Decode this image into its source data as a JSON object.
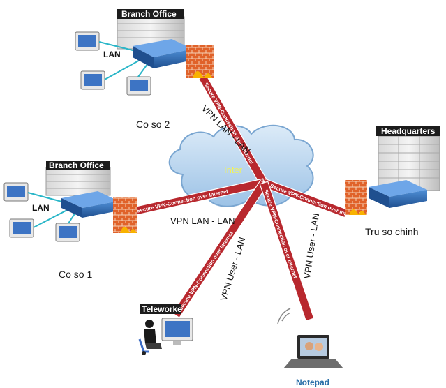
{
  "sites": {
    "branch_top": {
      "header": "Branch Office",
      "lan": "LAN",
      "caption": "Co so 2"
    },
    "branch_left": {
      "header": "Branch Office",
      "lan": "LAN",
      "caption": "Co so 1"
    },
    "headquarters": {
      "header": "Headquarters",
      "caption": "Tru so chinh"
    },
    "teleworker": {
      "header": "Teleworke"
    },
    "notepad": {
      "caption": "Notepad"
    }
  },
  "cloud": {
    "label": "Inter"
  },
  "links": {
    "tunnel_text": "Secure VPN-Connection over Internet",
    "top": {
      "label_a": "VPN LAN - LAN"
    },
    "left": {
      "label": "VPN LAN - LAN"
    },
    "tele": {
      "label": "VPN User - LAN"
    },
    "note": {
      "label": "VPN User - LAN"
    }
  },
  "colors": {
    "tunnel": "#b8282e",
    "tunnel_edge": "#ffffff",
    "cloud": "#bcd6ee",
    "router": "#2f6db5",
    "firewall": "#e05a24",
    "header_bg": "#1c1c1c"
  }
}
